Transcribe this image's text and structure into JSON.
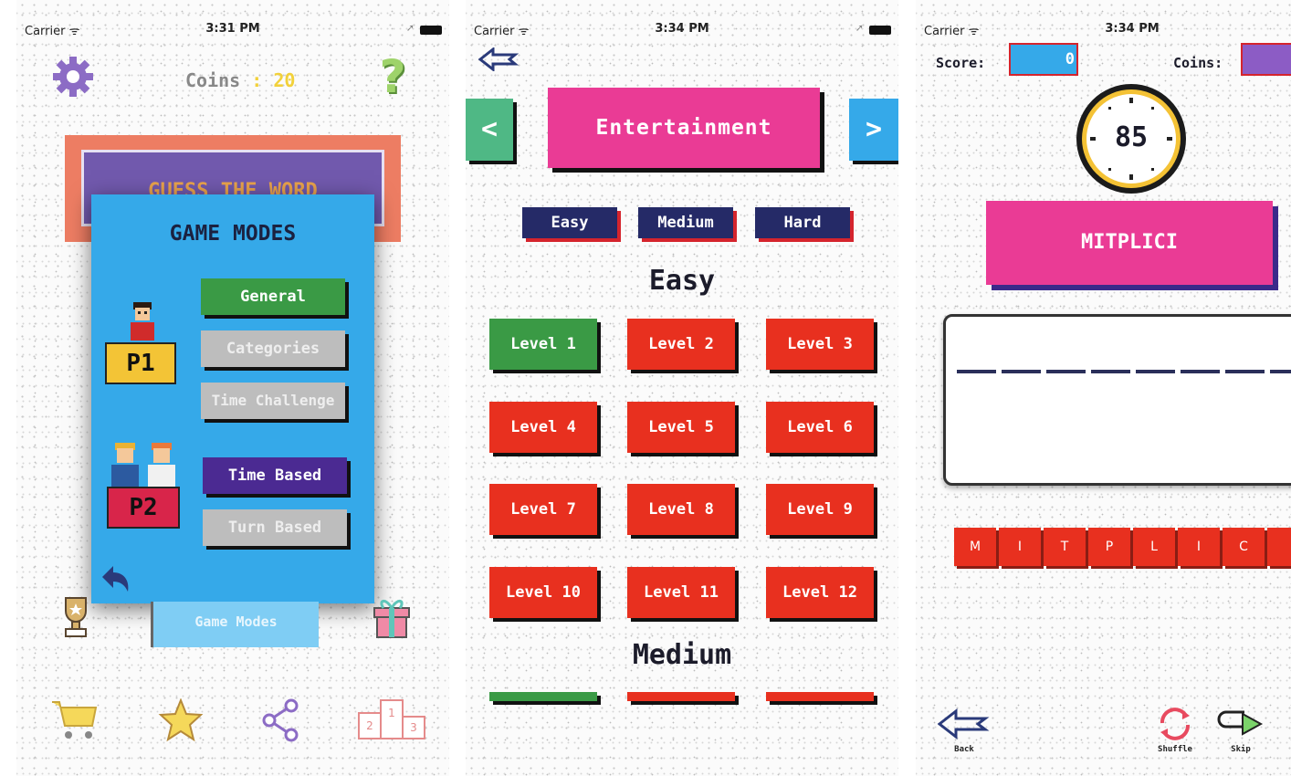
{
  "screen1": {
    "status": {
      "carrier": "Carrier ᯤ",
      "time": "3:31 PM"
    },
    "coins_label": "Coins",
    "coins_sep": " : ",
    "coins_value": "20",
    "title_banner": "GUESS THE WORD",
    "popup_title": "GAME MODES",
    "p1_label": "P1",
    "p2_label": "P2",
    "buttons": {
      "general": "General",
      "categories": "Categories",
      "time_challenge": "Time Challenge",
      "time_based": "Time Based",
      "turn_based": "Turn Based"
    },
    "bottom_button": "Game Modes",
    "help_glyph": "?"
  },
  "screen2": {
    "status": {
      "carrier": "Carrier ᯤ",
      "time": "3:34 PM"
    },
    "category": "Entertainment",
    "prev": "<",
    "next": ">",
    "tabs": [
      "Easy",
      "Medium",
      "Hard"
    ],
    "section_easy": "Easy",
    "section_medium": "Medium",
    "levels": [
      "Level 1",
      "Level 2",
      "Level 3",
      "Level 4",
      "Level 5",
      "Level 6",
      "Level 7",
      "Level 8",
      "Level 9",
      "Level 10",
      "Level 11",
      "Level 12"
    ]
  },
  "screen3": {
    "status": {
      "carrier": "Carrier ᯤ",
      "time": "3:34 PM"
    },
    "score_label": "Score:",
    "score_value": "0",
    "coins_label": "Coins:",
    "timer": "85",
    "scrambled": "MITPLICI",
    "letters": [
      "M",
      "I",
      "T",
      "P",
      "L",
      "I",
      "C"
    ],
    "back_label": "Back",
    "shuffle_label": "Shuffle",
    "skip_label": "Skip"
  },
  "colors": {
    "pink": "#ea3b95",
    "red": "#e8301f",
    "green": "#3a9a45",
    "navy": "#252a67",
    "blue": "#35a9e9",
    "purple": "#4b2a92",
    "gold": "#f2d13a"
  },
  "icons": [
    "gear-icon",
    "help-icon",
    "trophy-icon",
    "gift-icon",
    "cart-icon",
    "star-icon",
    "share-icon",
    "podium-icon",
    "undo-icon",
    "back-arrow-icon",
    "shuffle-icon",
    "skip-icon",
    "clock-icon"
  ]
}
